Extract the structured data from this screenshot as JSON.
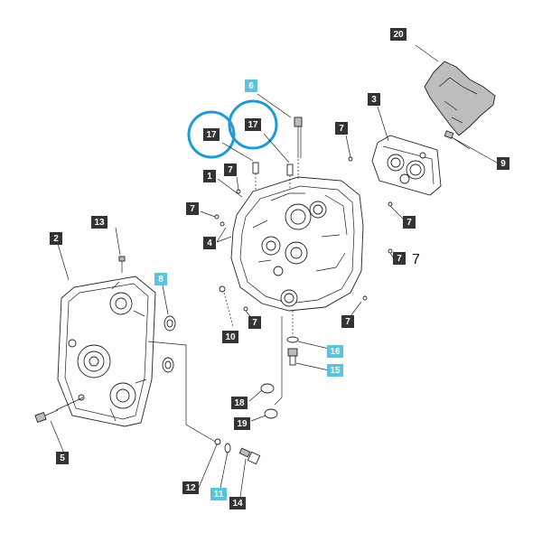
{
  "colors": {
    "callout_default": "#333333",
    "callout_highlight": "#5bc4dc",
    "callout_text": "#ffffff",
    "highlight_ring": "#1e9ad6"
  },
  "callouts": [
    {
      "id": "c20",
      "label": "20",
      "highlight": false
    },
    {
      "id": "c6",
      "label": "6",
      "highlight": true
    },
    {
      "id": "c3",
      "label": "3",
      "highlight": false
    },
    {
      "id": "c17a",
      "label": "17",
      "highlight": false
    },
    {
      "id": "c17b",
      "label": "17",
      "highlight": false
    },
    {
      "id": "c7a",
      "label": "7",
      "highlight": false
    },
    {
      "id": "c9",
      "label": "9",
      "highlight": false
    },
    {
      "id": "c7b",
      "label": "7",
      "highlight": false
    },
    {
      "id": "c1",
      "label": "1",
      "highlight": false
    },
    {
      "id": "c7c",
      "label": "7",
      "highlight": false
    },
    {
      "id": "c7d",
      "label": "7",
      "highlight": false
    },
    {
      "id": "c4",
      "label": "4",
      "highlight": false
    },
    {
      "id": "c7e",
      "label": "7",
      "highlight": false
    },
    {
      "id": "c13",
      "label": "13",
      "highlight": false
    },
    {
      "id": "c2",
      "label": "2",
      "highlight": false
    },
    {
      "id": "c8",
      "label": "8",
      "highlight": true
    },
    {
      "id": "c7f",
      "label": "7",
      "highlight": false
    },
    {
      "id": "c10",
      "label": "10",
      "highlight": false
    },
    {
      "id": "c7g",
      "label": "7",
      "highlight": false
    },
    {
      "id": "c7h",
      "label": "7",
      "highlight": false
    },
    {
      "id": "c16",
      "label": "16",
      "highlight": true
    },
    {
      "id": "c15",
      "label": "15",
      "highlight": true
    },
    {
      "id": "c18",
      "label": "18",
      "highlight": false
    },
    {
      "id": "c19",
      "label": "19",
      "highlight": false
    },
    {
      "id": "c5",
      "label": "5",
      "highlight": false
    },
    {
      "id": "c12",
      "label": "12",
      "highlight": false
    },
    {
      "id": "c11",
      "label": "11",
      "highlight": true
    },
    {
      "id": "c14",
      "label": "14",
      "highlight": false
    }
  ],
  "stray_text": "7",
  "highlighted_parts": [
    "17",
    "17"
  ]
}
